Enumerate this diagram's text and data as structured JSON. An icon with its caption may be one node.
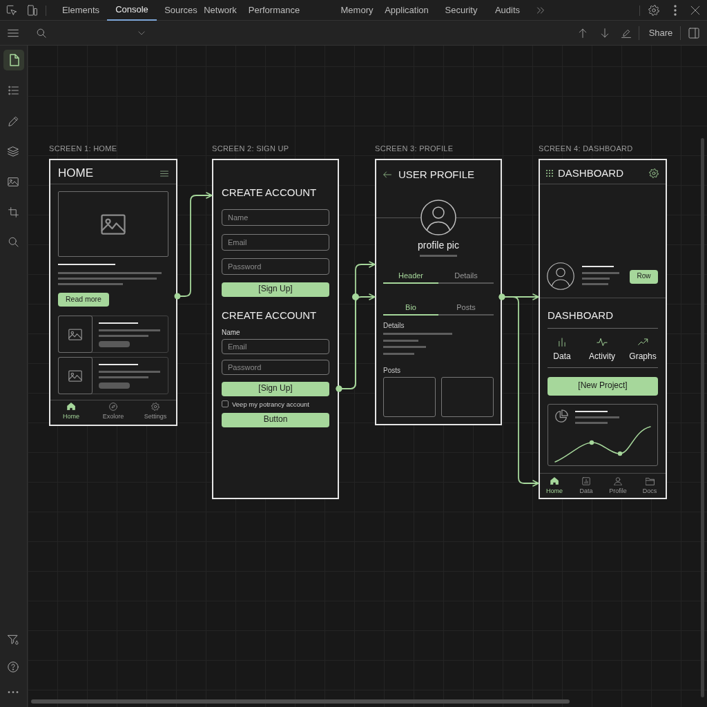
{
  "diagram": {
    "nodes": [
      {
        "text": [
          "SCREEN 1: HOME"
        ]
      },
      {
        "text": [
          "Read more"
        ],
        "in": 0
      },
      {
        "text": [
          "SCREEN 2: SIGN UP"
        ]
      },
      {
        "text": [
          "Name"
        ],
        "in": 2
      },
      {
        "text": [
          "Email"
        ],
        "in": 2
      },
      {
        "text": [
          "Password"
        ],
        "in": 2
      },
      {
        "text": [
          "[Sign Up]"
        ],
        "in": 2
      },
      {
        "text": [
          "Email"
        ],
        "in": 2,
        "beside": [
          "Name"
        ]
      },
      {
        "text": [
          "Password"
        ],
        "in": 2
      },
      {
        "text": [
          "[Sign Up]"
        ],
        "in": 2
      },
      {
        "text": [
          "Button"
        ],
        "in": 2
      },
      {
        "text": [
          "SCREEN 3: PROFILE"
        ]
      },
      {
        "text": [
          "SCREEN 4: DASHBOARD"
        ]
      },
      {
        "text": [
          "Row"
        ],
        "in": 12
      },
      {
        "text": [
          "[New Project]"
        ],
        "in": 12
      }
    ],
    "edges": [
      {
        "from": 0,
        "to": 2,
        "arrow": "to"
      },
      {
        "from": 2,
        "to": 11,
        "arrow": "to"
      },
      {
        "from": 2,
        "to": 11,
        "arrow": "to"
      },
      {
        "from": 11,
        "to": 12,
        "arrow": "to"
      },
      {
        "from": 11,
        "to": 12,
        "arrow": "to"
      }
    ],
    "labels": [
      "Elements",
      "Console",
      "Sources",
      "Network",
      "Performance",
      "Memory",
      "Application",
      "Security",
      "Audits",
      "Share",
      "HOME",
      "Home",
      "Exolore",
      "Settings",
      "CREATE ACCOUNT",
      "CREATE ACCOUNT",
      "Veep my potrancy account",
      "USER PROFILE",
      "profile pic",
      "Header",
      "Details",
      "Bio",
      "Posts",
      "Details",
      "Posts",
      "DASHBOARD",
      "DASHBOARD",
      "Data",
      "Activity",
      "Graphs",
      "Home",
      "Data",
      "Profile",
      "Docs"
    ]
  }
}
